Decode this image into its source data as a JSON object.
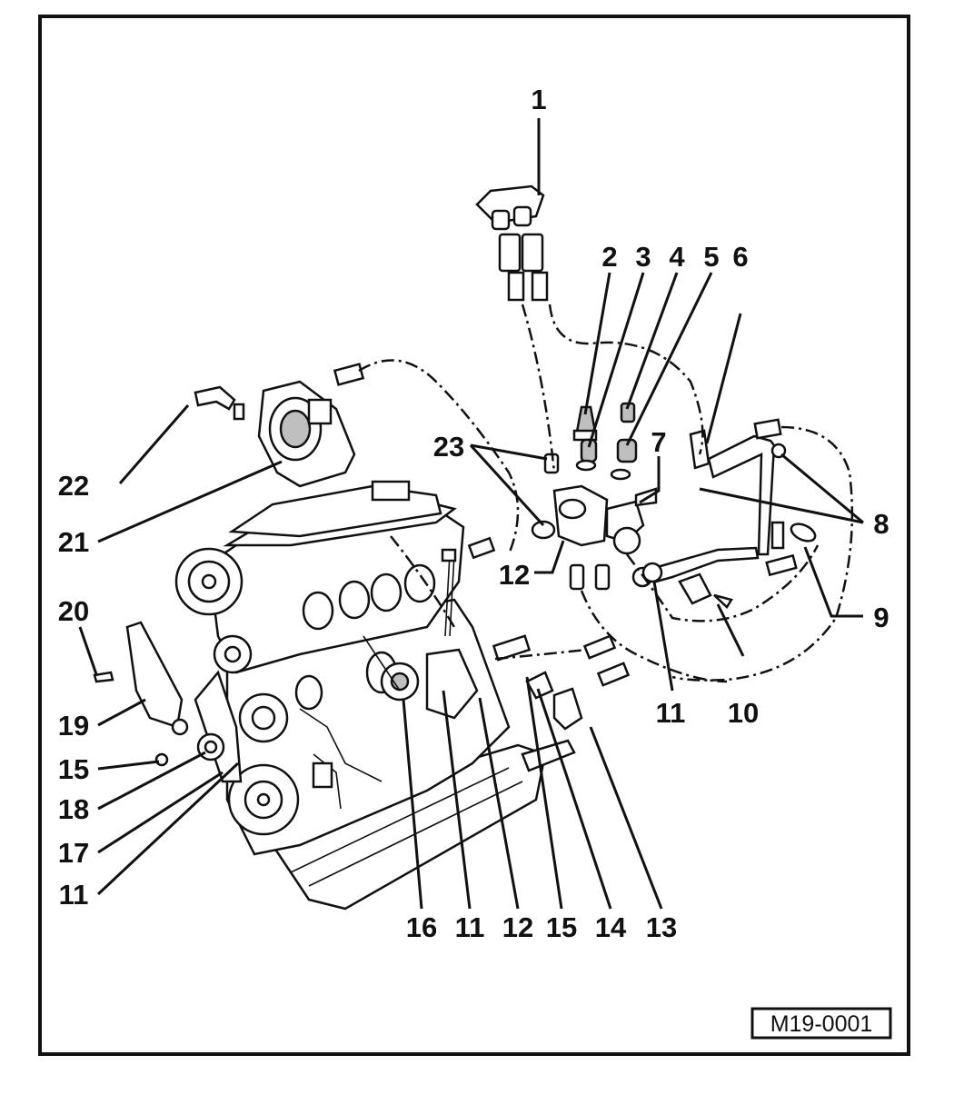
{
  "figure": {
    "reference_code": "M19-0001",
    "callouts": [
      {
        "id": "c1",
        "number": "1"
      },
      {
        "id": "c2",
        "number": "2"
      },
      {
        "id": "c3",
        "number": "3"
      },
      {
        "id": "c4",
        "number": "4"
      },
      {
        "id": "c5",
        "number": "5"
      },
      {
        "id": "c6",
        "number": "6"
      },
      {
        "id": "c7",
        "number": "7"
      },
      {
        "id": "c8",
        "number": "8"
      },
      {
        "id": "c9",
        "number": "9"
      },
      {
        "id": "c10",
        "number": "10"
      },
      {
        "id": "c11a",
        "number": "11"
      },
      {
        "id": "c12a",
        "number": "12"
      },
      {
        "id": "c13",
        "number": "13"
      },
      {
        "id": "c14",
        "number": "14"
      },
      {
        "id": "c15a",
        "number": "15"
      },
      {
        "id": "c12b",
        "number": "12"
      },
      {
        "id": "c11b",
        "number": "11"
      },
      {
        "id": "c16",
        "number": "16"
      },
      {
        "id": "c11c",
        "number": "11"
      },
      {
        "id": "c17",
        "number": "17"
      },
      {
        "id": "c18",
        "number": "18"
      },
      {
        "id": "c15b",
        "number": "15"
      },
      {
        "id": "c19",
        "number": "19"
      },
      {
        "id": "c20",
        "number": "20"
      },
      {
        "id": "c21",
        "number": "21"
      },
      {
        "id": "c22",
        "number": "22"
      },
      {
        "id": "c23",
        "number": "23"
      }
    ]
  }
}
